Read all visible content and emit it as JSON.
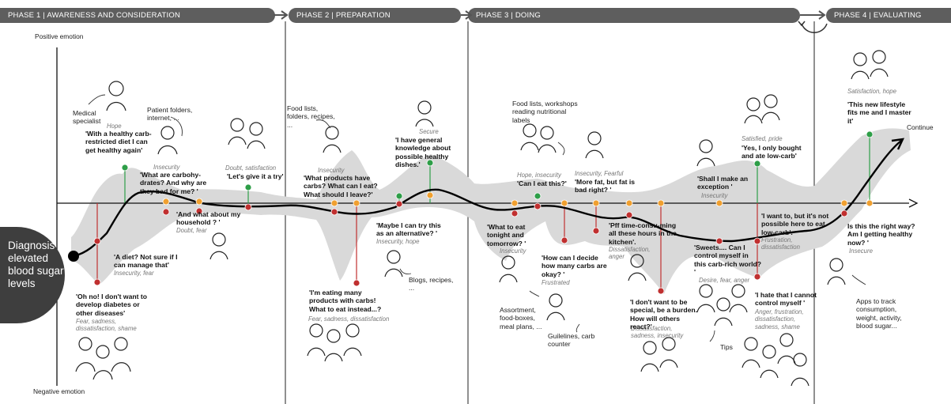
{
  "phases": [
    "PHASE 1 | AWARENESS AND CONSIDERATION",
    "PHASE 2 | PREPARATION",
    "PHASE 3 | DOING",
    "PHASE 4 | EVALUATING"
  ],
  "axis": {
    "positive": "Positive emotion",
    "negative": "Negative emotion",
    "continue": "Continue"
  },
  "start": "Diagnosis elevated blood sugar levels",
  "touchpoints": {
    "medical": "Medical specialist",
    "patient_folders": "Patient folders, internet, ...",
    "food_lists": "Food lists, folders, recipes, ...",
    "food_workshops": "Food lists, workshops reading nutritional labels",
    "blogs": "Blogs, recipes, ...",
    "assortment": "Assortment, food-boxes, meal plans, ...",
    "guidelines": "Guilelines, carb counter",
    "tips": "Tips",
    "apps": "Apps to track consumption, weight, activity, blood sugar..."
  },
  "quotes": {
    "q1": "'With a healthy carb-restricted diet I can get healthy again'",
    "q2": "'A diet? Not sure if I can manage that'",
    "q3": "'Oh no! I don't want to develop diabetes or other diseases'",
    "q4": "'What are carbohy-drates? And why are they bad for me? '",
    "q5": "'And what about my household ? '",
    "q6": "'Let's give it a try'",
    "q7": "'What products have carbs? What can I eat? What should I leave?'",
    "q8": "'I'm eating many products with carbs! What to eat instead...?",
    "q9": "'Maybe I can try this as an alternative? '",
    "q10": "'I have general knowledge about possible healthy dishes.'",
    "q11": "'What to eat tonight and tomorrow? '",
    "q12": "'Can I eat this?'",
    "q13": "'How can I decide how many carbs are okay? '",
    "q14": "'More fat, but fat is bad right? '",
    "q15": "'Pff time-consu-ming all these hours in the kitchen'.",
    "q16": "'I don't want to be special, be a burden. How will others react?'",
    "q17": "'Shall I make an exception '",
    "q18": "'Sweets.... Can I control myself in this carb-rich world? '",
    "q19": "'Yes, I only bought and ate low-carb'",
    "q20": "'I want to, but it's not possible here to eat low-carb'.",
    "q21": "'I hate that I cannot control myself '",
    "q22": "Is this the right way? Am I getting healthy now? '",
    "q23": "'This new lifestyle fits me and I master it'"
  },
  "emotions": {
    "e1": "Hope",
    "e2": "Insecurity, fear",
    "e3": "Fear, sadness, dissatisfaction, shame",
    "e4": "Insecurity",
    "e5": "Doubt, fear",
    "e6": "Doubt, satisfaction",
    "e7": "Insecurity",
    "e8": "Fear, sadness, dissatisfaction",
    "e9": "Insecurity, hope",
    "e10": "Secure",
    "e11": "Insecurity",
    "e12": "Hope, insecurity",
    "e13": "Frustrated",
    "e14": "Insecurity, Fearful",
    "e15": "Dissatisfaction, anger",
    "e16": "Dissatisfaction, sadness, insecurity",
    "e17": "Insecurity",
    "e18": "Desire, fear, anger",
    "e19": "Satisfied, pride",
    "e20": "Frustration, dissatisfaction",
    "e21": "Anger, frustration, dissatisfaction, sadness, shame",
    "e22": "Insecure",
    "e23": "Satisfaction, hope"
  },
  "colors": {
    "phase_bar": "#5e5e5e",
    "band": "#d9d9d9",
    "positive": "#2e9e48",
    "neutral": "#f0a030",
    "negative": "#c03030"
  }
}
